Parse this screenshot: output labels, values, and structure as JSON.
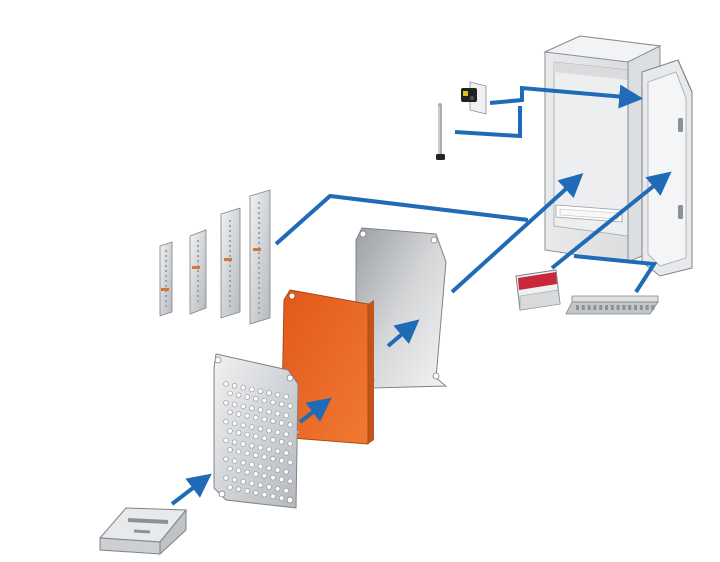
{
  "diagram": {
    "background": "#ffffff",
    "connector_color": "#1f6bb8",
    "colors": {
      "steel_light": "#e4e6e8",
      "steel_mid": "#c9ccd0",
      "steel_dark": "#9a9ea3",
      "edge": "#7f8388",
      "orange": "#e8651f",
      "orange_dark": "#c2531a",
      "red_label": "#c8283c",
      "bolt": "#222222",
      "lock_yellow": "#e0c020",
      "copper": "#d0783a"
    },
    "components": [
      {
        "id": "enclosure",
        "icon": "wall-enclosure-open-door"
      },
      {
        "id": "lock",
        "icon": "door-lock-insert"
      },
      {
        "id": "rod",
        "icon": "espagnolette-rod"
      },
      {
        "id": "uprights",
        "icon": "mounting-uprights-set"
      },
      {
        "id": "plain-plate",
        "icon": "plain-mounting-plate"
      },
      {
        "id": "insulating-plate",
        "icon": "insulating-mounting-plate"
      },
      {
        "id": "perforated-plate",
        "icon": "perforated-mounting-plate"
      },
      {
        "id": "bracket",
        "icon": "mounting-bracket"
      },
      {
        "id": "document-holder",
        "icon": "document-holder"
      },
      {
        "id": "din-rail",
        "icon": "din-rail"
      }
    ]
  }
}
